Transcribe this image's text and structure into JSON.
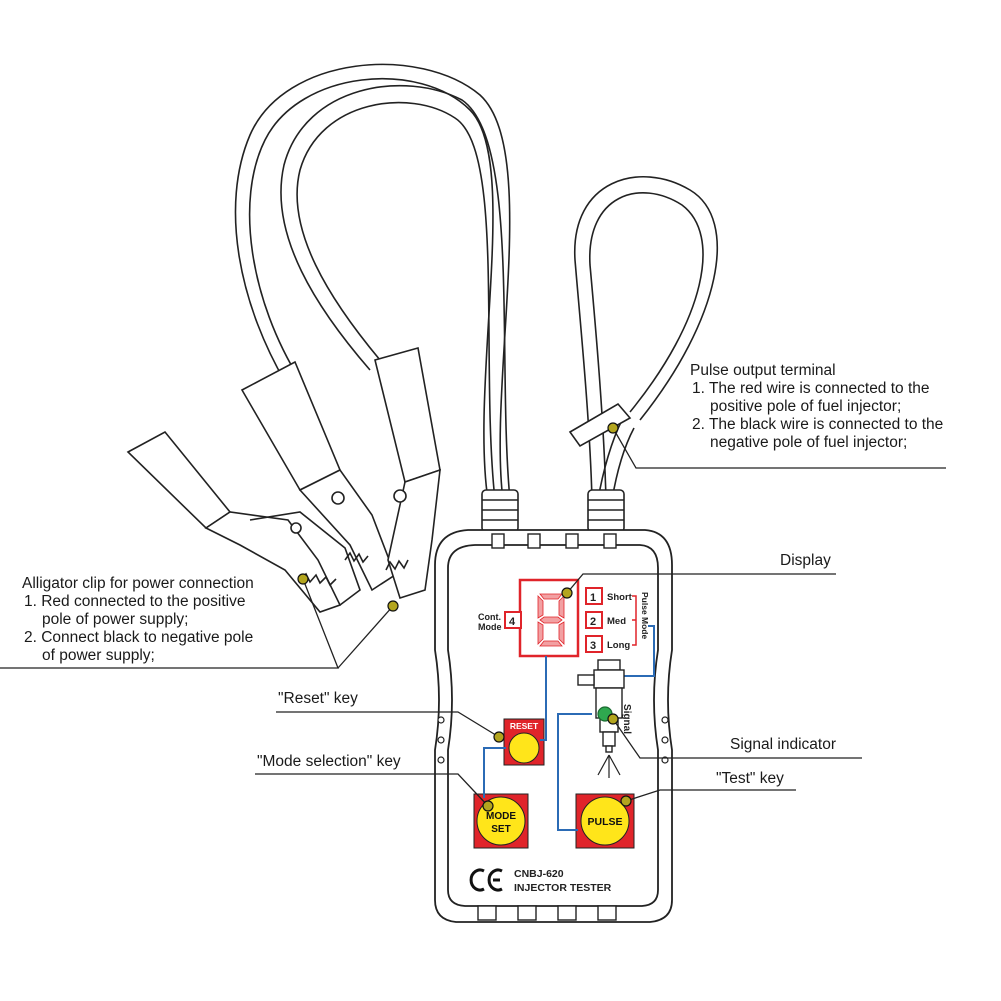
{
  "callouts": {
    "pulse_output": {
      "title": "Pulse output terminal",
      "lines": [
        "1. The red wire is connected to the",
        "positive pole of fuel injector;",
        "2. The black wire is connected to the",
        "negative pole of fuel injector;"
      ]
    },
    "alligator": {
      "title": "Alligator clip for power connection",
      "lines": [
        "1. Red connected to the positive",
        "pole of power supply;",
        "2. Connect black to negative pole",
        "of power supply;"
      ]
    },
    "display": "Display",
    "reset_key": "\"Reset\" key",
    "mode_key": "\"Mode selection\" key",
    "signal_indicator": "Signal indicator",
    "test_key": "\"Test\" key"
  },
  "device": {
    "cont_mode_line1": "Cont.",
    "cont_mode_line2": "Mode",
    "cont_mode_num": "4",
    "digit": "8",
    "modes": [
      {
        "num": "1",
        "label": "Short"
      },
      {
        "num": "2",
        "label": "Med"
      },
      {
        "num": "3",
        "label": "Long"
      }
    ],
    "pulse_mode_label": "Pulse Mode",
    "signal_label": "Signal",
    "reset_label": "RESET",
    "mode_set_line1": "MODE",
    "mode_set_line2": "SET",
    "pulse_label": "PULSE",
    "ce_mark": "CE",
    "model": "CNBJ-620",
    "product": "INJECTOR TESTER"
  },
  "colors": {
    "red": "#e0242a",
    "yellow": "#ffe51a",
    "wire_blue": "#2b6bb5",
    "marker_olive": "#b3a51e",
    "outline": "#222222",
    "led_green": "#2fa84f"
  }
}
